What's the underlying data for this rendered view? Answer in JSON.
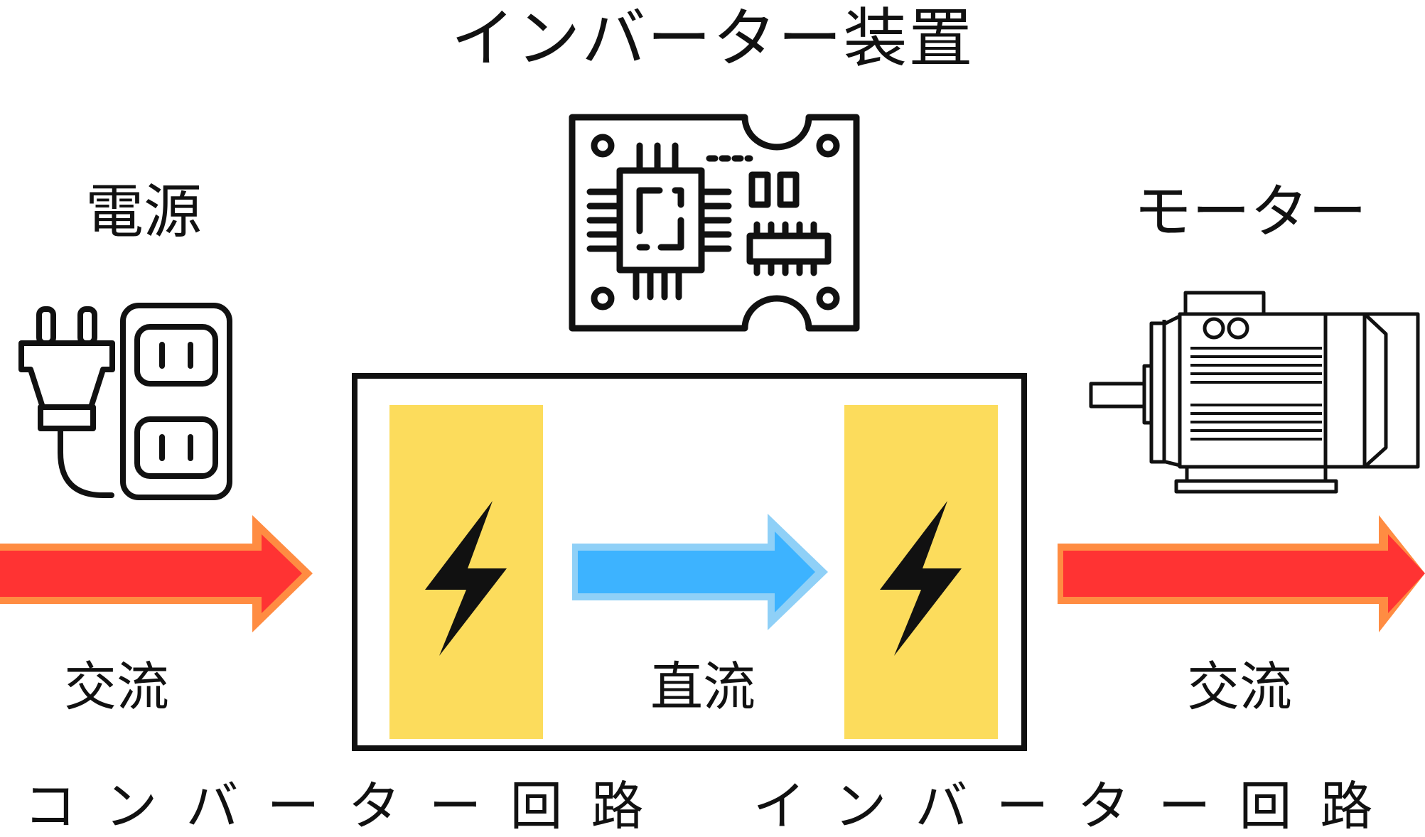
{
  "diagram": {
    "title": "インバーター装置",
    "power_label": "電源",
    "motor_label": "モーター",
    "input_flow_label": "交流",
    "internal_flow_label": "直流",
    "output_flow_label": "交流",
    "bottom_labels": "コンバーター回路　インバーター回路"
  },
  "colors": {
    "ac_arrow_fill": "#ff3333",
    "ac_arrow_border": "#ff8c42",
    "dc_arrow_fill": "#3db3ff",
    "dc_arrow_border": "#8fd0f7",
    "circuit_block": "#fcdc5c",
    "bolt": "#111111",
    "outline": "#111111"
  },
  "icons": [
    "plug-icon",
    "outlet-icon",
    "circuit-board-icon",
    "electric-motor-icon",
    "lightning-bolt-icon"
  ]
}
